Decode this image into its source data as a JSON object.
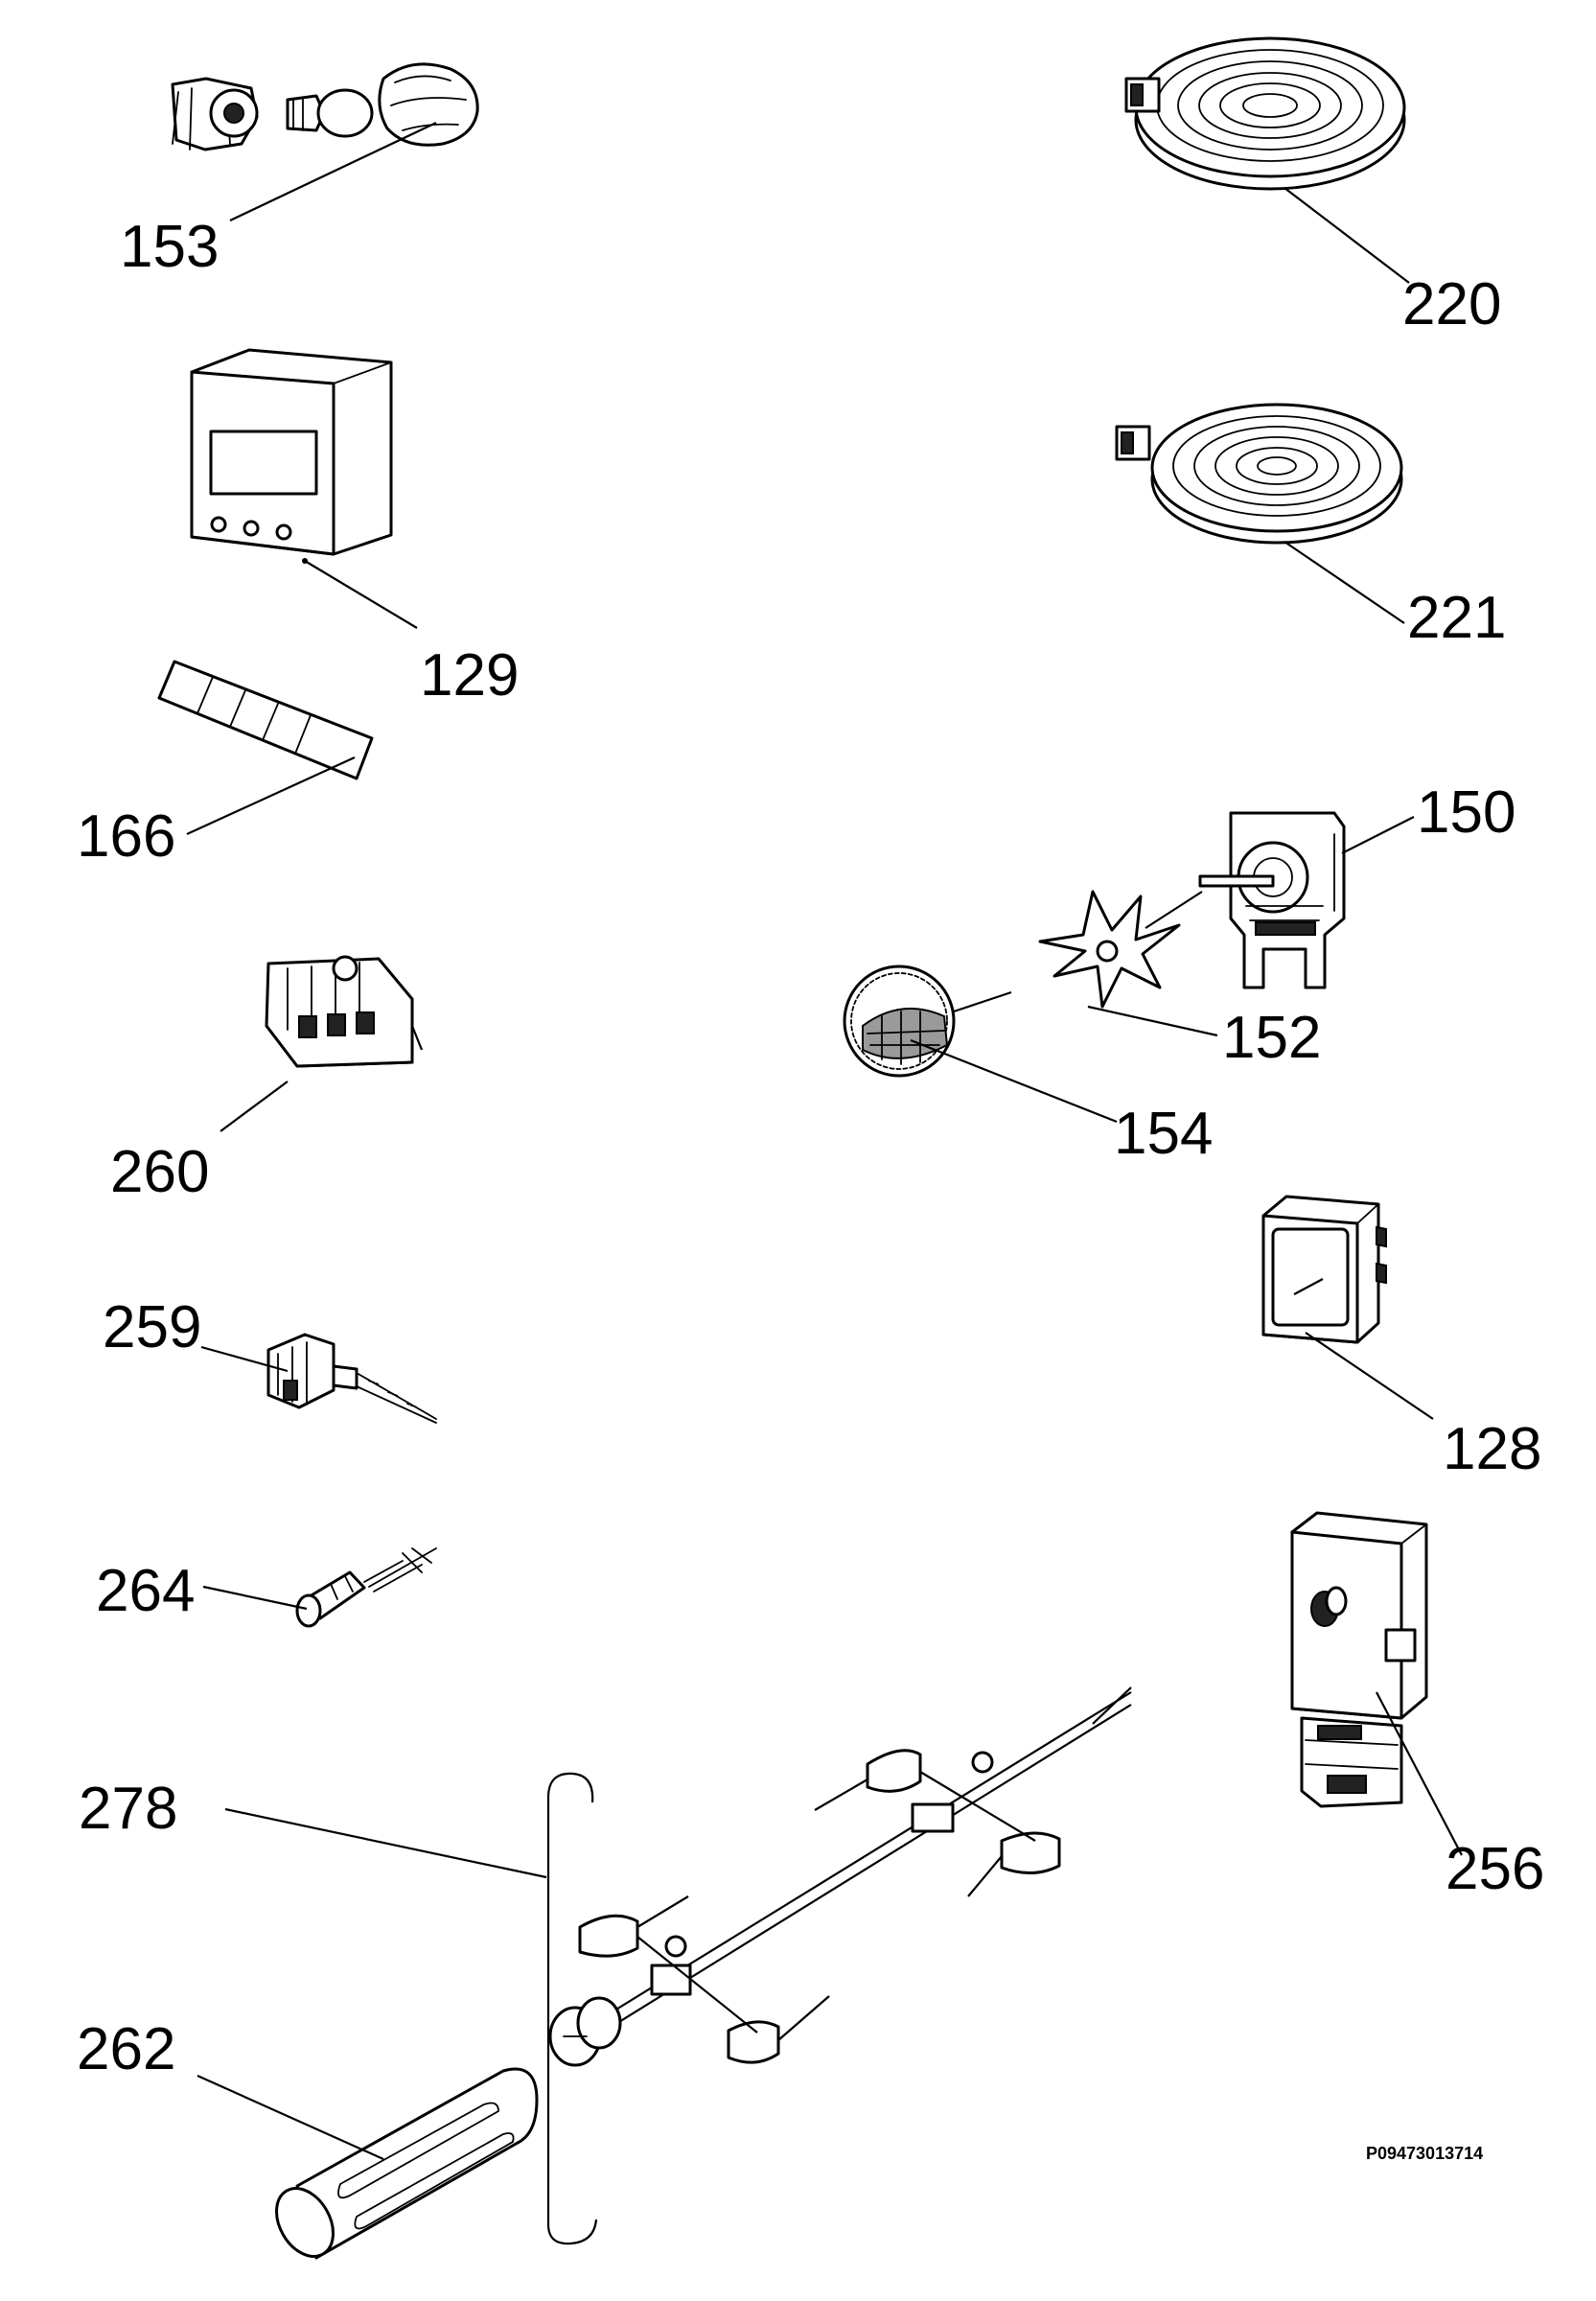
{
  "diagram": {
    "callouts": [
      {
        "id": "c153",
        "label": "153"
      },
      {
        "id": "c220",
        "label": "220"
      },
      {
        "id": "c129",
        "label": "129"
      },
      {
        "id": "c221",
        "label": "221"
      },
      {
        "id": "c166",
        "label": "166"
      },
      {
        "id": "c150",
        "label": "150"
      },
      {
        "id": "c152",
        "label": "152"
      },
      {
        "id": "c154",
        "label": "154"
      },
      {
        "id": "c260",
        "label": "260"
      },
      {
        "id": "c259",
        "label": "259"
      },
      {
        "id": "c128",
        "label": "128"
      },
      {
        "id": "c264",
        "label": "264"
      },
      {
        "id": "c256",
        "label": "256"
      },
      {
        "id": "c278",
        "label": "278"
      },
      {
        "id": "c262",
        "label": "262"
      }
    ],
    "drawing_code": "P09473013714"
  }
}
